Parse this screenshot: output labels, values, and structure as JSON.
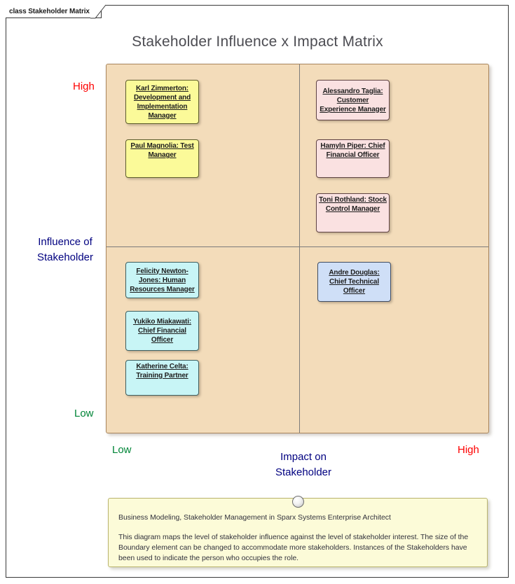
{
  "diagram": {
    "tab_label": "class Stakeholder Matrix",
    "title": "Stakeholder Influence x Impact Matrix"
  },
  "axes": {
    "y_axis_name": "Influence of\nStakeholder",
    "y_high": "High",
    "y_low": "Low",
    "x_axis_name": "Impact on\nStakeholder",
    "x_high": "High",
    "x_low": "Low",
    "colors": {
      "high": "#fe0000",
      "low": "#008537",
      "axis_name": "#000080"
    }
  },
  "matrix": {
    "background": "#f3dcba",
    "border": "#a8855c",
    "quadrants": [
      {
        "id": "high-influence-low-impact",
        "y_level": "High",
        "x_level": "Low"
      },
      {
        "id": "high-influence-high-impact",
        "y_level": "High",
        "x_level": "High"
      },
      {
        "id": "low-influence-low-impact",
        "y_level": "Low",
        "x_level": "Low"
      },
      {
        "id": "low-influence-high-impact",
        "y_level": "Low",
        "x_level": "High"
      }
    ]
  },
  "stakeholders": [
    {
      "name": "Karl Zimmerton",
      "role": "Development and Implementation Manager",
      "label": "Karl Zimmerton:\nDevelopment and\nImplementation\nManager",
      "color": "#fbfa99",
      "quadrant": "high-influence-low-impact"
    },
    {
      "name": "Paul Magnolia",
      "role": "Test Manager",
      "label": "Paul Magnolia: Test\nManager",
      "color": "#fbfa99",
      "quadrant": "high-influence-low-impact"
    },
    {
      "name": "Alessandro Taglia",
      "role": "Customer Experience Manager",
      "label": "Alessandro Taglia:\nCustomer\nExperience Manager",
      "color": "#fae1e1",
      "quadrant": "high-influence-high-impact"
    },
    {
      "name": "Hamyln Piper",
      "role": "Chief Financial Officer",
      "label": "Hamyln Piper: Chief\nFinancial Officer",
      "color": "#fae1e1",
      "quadrant": "high-influence-high-impact"
    },
    {
      "name": "Toni Rothland",
      "role": "Stock Control Manager",
      "label": "Toni Rothland: Stock\nControl Manager",
      "color": "#fae1e1",
      "quadrant": "high-influence-high-impact"
    },
    {
      "name": "Felicity Newton-Jones",
      "role": "Human Resources Manager",
      "label": "Felicity Newton-\nJones: Human\nResources Manager",
      "color": "#c8f5f6",
      "quadrant": "low-influence-low-impact"
    },
    {
      "name": "Yukiko Miakawati",
      "role": "Chief Financial Officer",
      "label": "Yukiko Miakawati:\nChief Financial\nOfficer",
      "color": "#c8f5f6",
      "quadrant": "low-influence-low-impact"
    },
    {
      "name": "Katherine Celta",
      "role": "Training Partner",
      "label": "Katherine Celta:\nTraining Partner",
      "color": "#c8f5f6",
      "quadrant": "low-influence-low-impact"
    },
    {
      "name": "Andre Douglas",
      "role": "Chief Technical Officer",
      "label": "Andre Douglas:\nChief Technical\nOfficer",
      "color": "#cfdff7",
      "quadrant": "low-influence-high-impact"
    }
  ],
  "note": {
    "heading": "Business Modeling, Stakeholder Management in Sparx Systems Enterprise Architect",
    "body": "This diagram maps the level of stakeholder influence against the level of stakeholder interest. The size of the Boundary element can be changed to accommodate more stakeholders. Instances of the Stakeholders have been used to indicate the person who occupies the role."
  }
}
